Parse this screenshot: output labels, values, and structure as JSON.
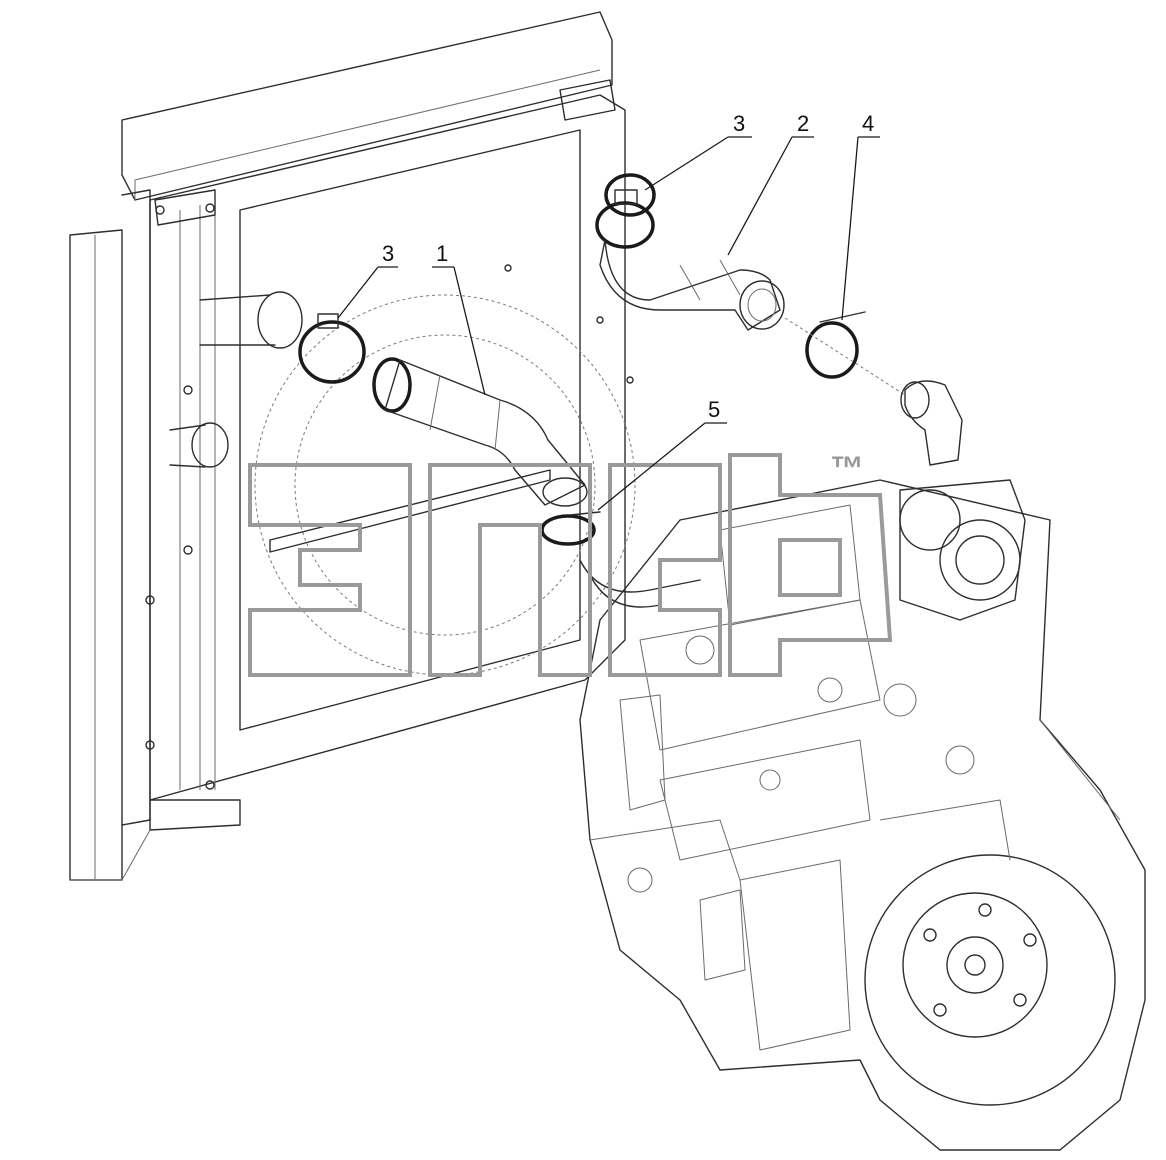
{
  "callouts": {
    "c1": "1",
    "c2": "2",
    "c3a": "3",
    "c3b": "3",
    "c4": "4",
    "c5": "5"
  },
  "watermark": {
    "tm": "™"
  },
  "colors": {
    "line": "#2e2e2e",
    "watermark": "#9a9a9a",
    "background": "#ffffff"
  }
}
